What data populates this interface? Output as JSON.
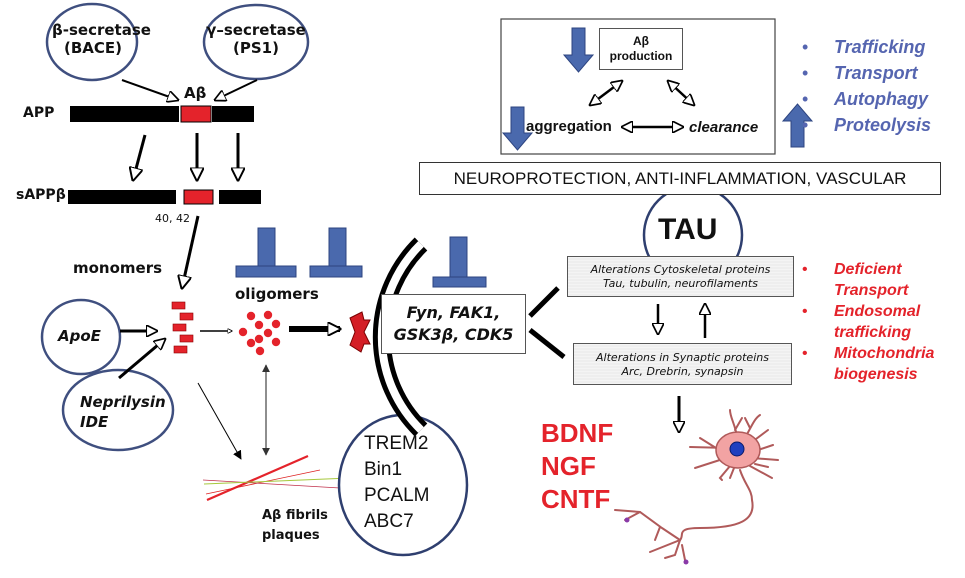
{
  "colors": {
    "enzyme_blue": "#3f5f9f",
    "inhibitor_blue": "#4a69ad",
    "bullet_blue": "#5565b0",
    "red": "#e4232b",
    "black": "#000000"
  },
  "processing": {
    "beta_secretase": {
      "line1": "β-secretase",
      "line2": "(BACE)"
    },
    "gamma_secretase": {
      "line1": "γ–secretase",
      "line2": "(PS1)"
    },
    "abeta_label": "Aβ",
    "app_label": "APP",
    "sappb_label": "sAPPβ",
    "cleavage_sites": "40, 42"
  },
  "aggregation": {
    "monomers_label": "monomers",
    "oligomers_label": "oligomers",
    "apoe_label": "ApoE",
    "neprilysin": {
      "line1": "Neprilysin",
      "line2": "IDE"
    },
    "fibrils": {
      "line1": "Aβ fibrils",
      "line2": "plaques"
    }
  },
  "risk_genes": [
    "TREM2",
    "Bin1",
    "PCALM",
    "ABC7"
  ],
  "kinases": {
    "line1": "Fyn, FAK1,",
    "line2": "GSK3β, CDK5"
  },
  "cycle_box": {
    "production": {
      "line1": "Aβ",
      "line2": "production"
    },
    "aggregation": "aggregation",
    "clearance": "clearance"
  },
  "upregulated_processes": [
    "Trafficking",
    "Transport",
    "Autophagy",
    "Proteolysis"
  ],
  "neuroprotection_banner": "NEUROPROTECTION, ANTI-INFLAMMATION, VASCULAR",
  "tau": {
    "title": "TAU",
    "cytoskeletal": {
      "line1": "Alterations Cytoskeletal proteins",
      "line2": "Tau, tubulin, neurofilaments"
    },
    "synaptic": {
      "line1": "Alterations in Synaptic proteins",
      "line2": "Arc, Drebrin, synapsin"
    }
  },
  "deficits": [
    {
      "line1": "Deficient",
      "line2": "Transport"
    },
    {
      "line1": "Endosomal",
      "line2": "trafficking"
    },
    {
      "line1": "Mitochondria",
      "line2": "biogenesis"
    }
  ],
  "neurotrophic_factors": [
    "BDNF",
    "NGF",
    "CNTF"
  ],
  "bullet_glyph": "•"
}
